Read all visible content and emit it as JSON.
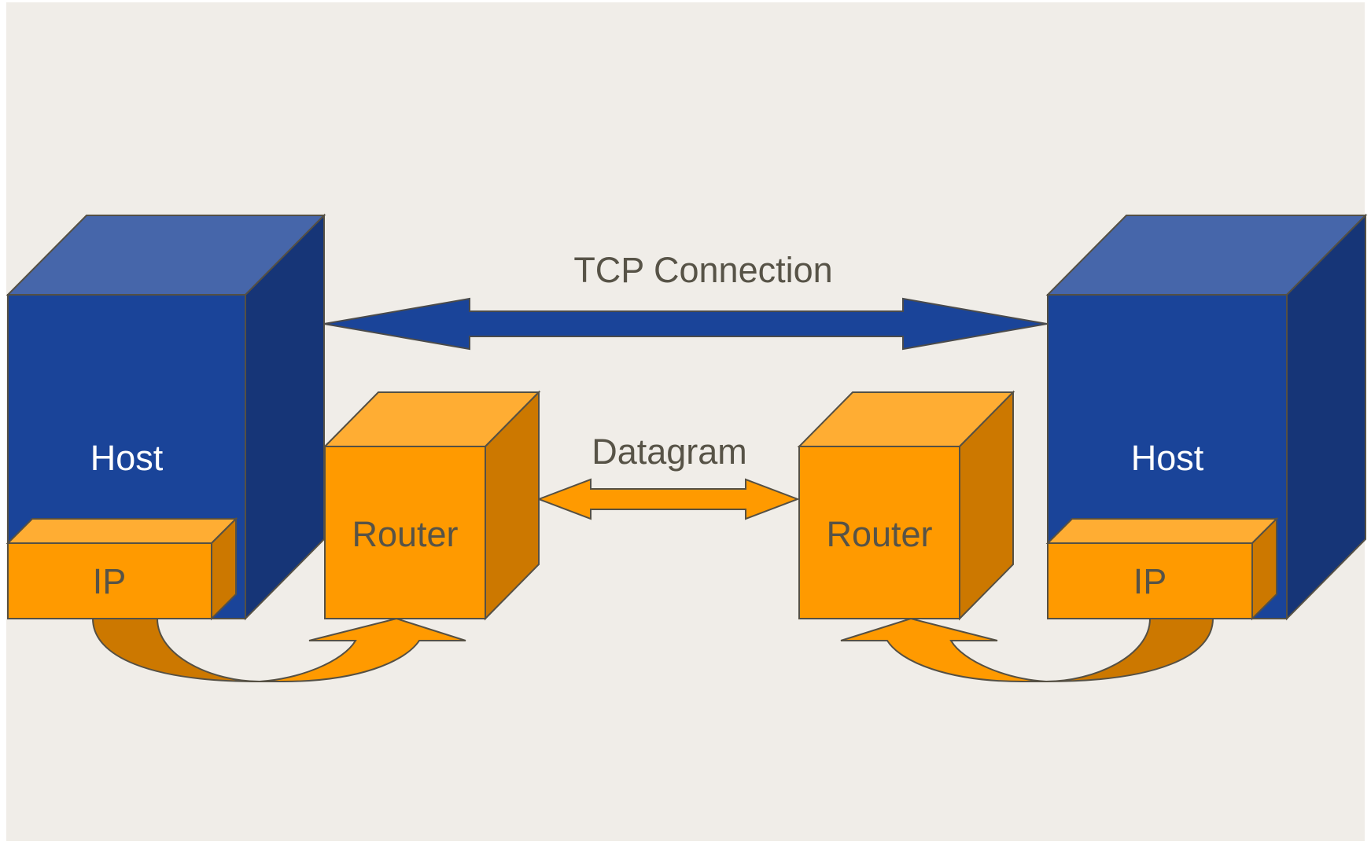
{
  "labels": {
    "tcp_connection": "TCP Connection",
    "datagram": "Datagram",
    "left_host": "Host",
    "right_host": "Host",
    "left_ip": "IP",
    "right_ip": "IP",
    "left_router": "Router",
    "right_router": "Router"
  },
  "colors": {
    "background": "#f0ede8",
    "host_front": "#1a4499",
    "host_top": "#4666aa",
    "host_side": "#163577",
    "orange_front": "#ff9a00",
    "orange_top": "#ffad33",
    "orange_side": "#cc7800",
    "arrow_blue": "#1a4499",
    "outline": "#555044",
    "dark_text": "#575347",
    "light_text": "#ffffff"
  }
}
